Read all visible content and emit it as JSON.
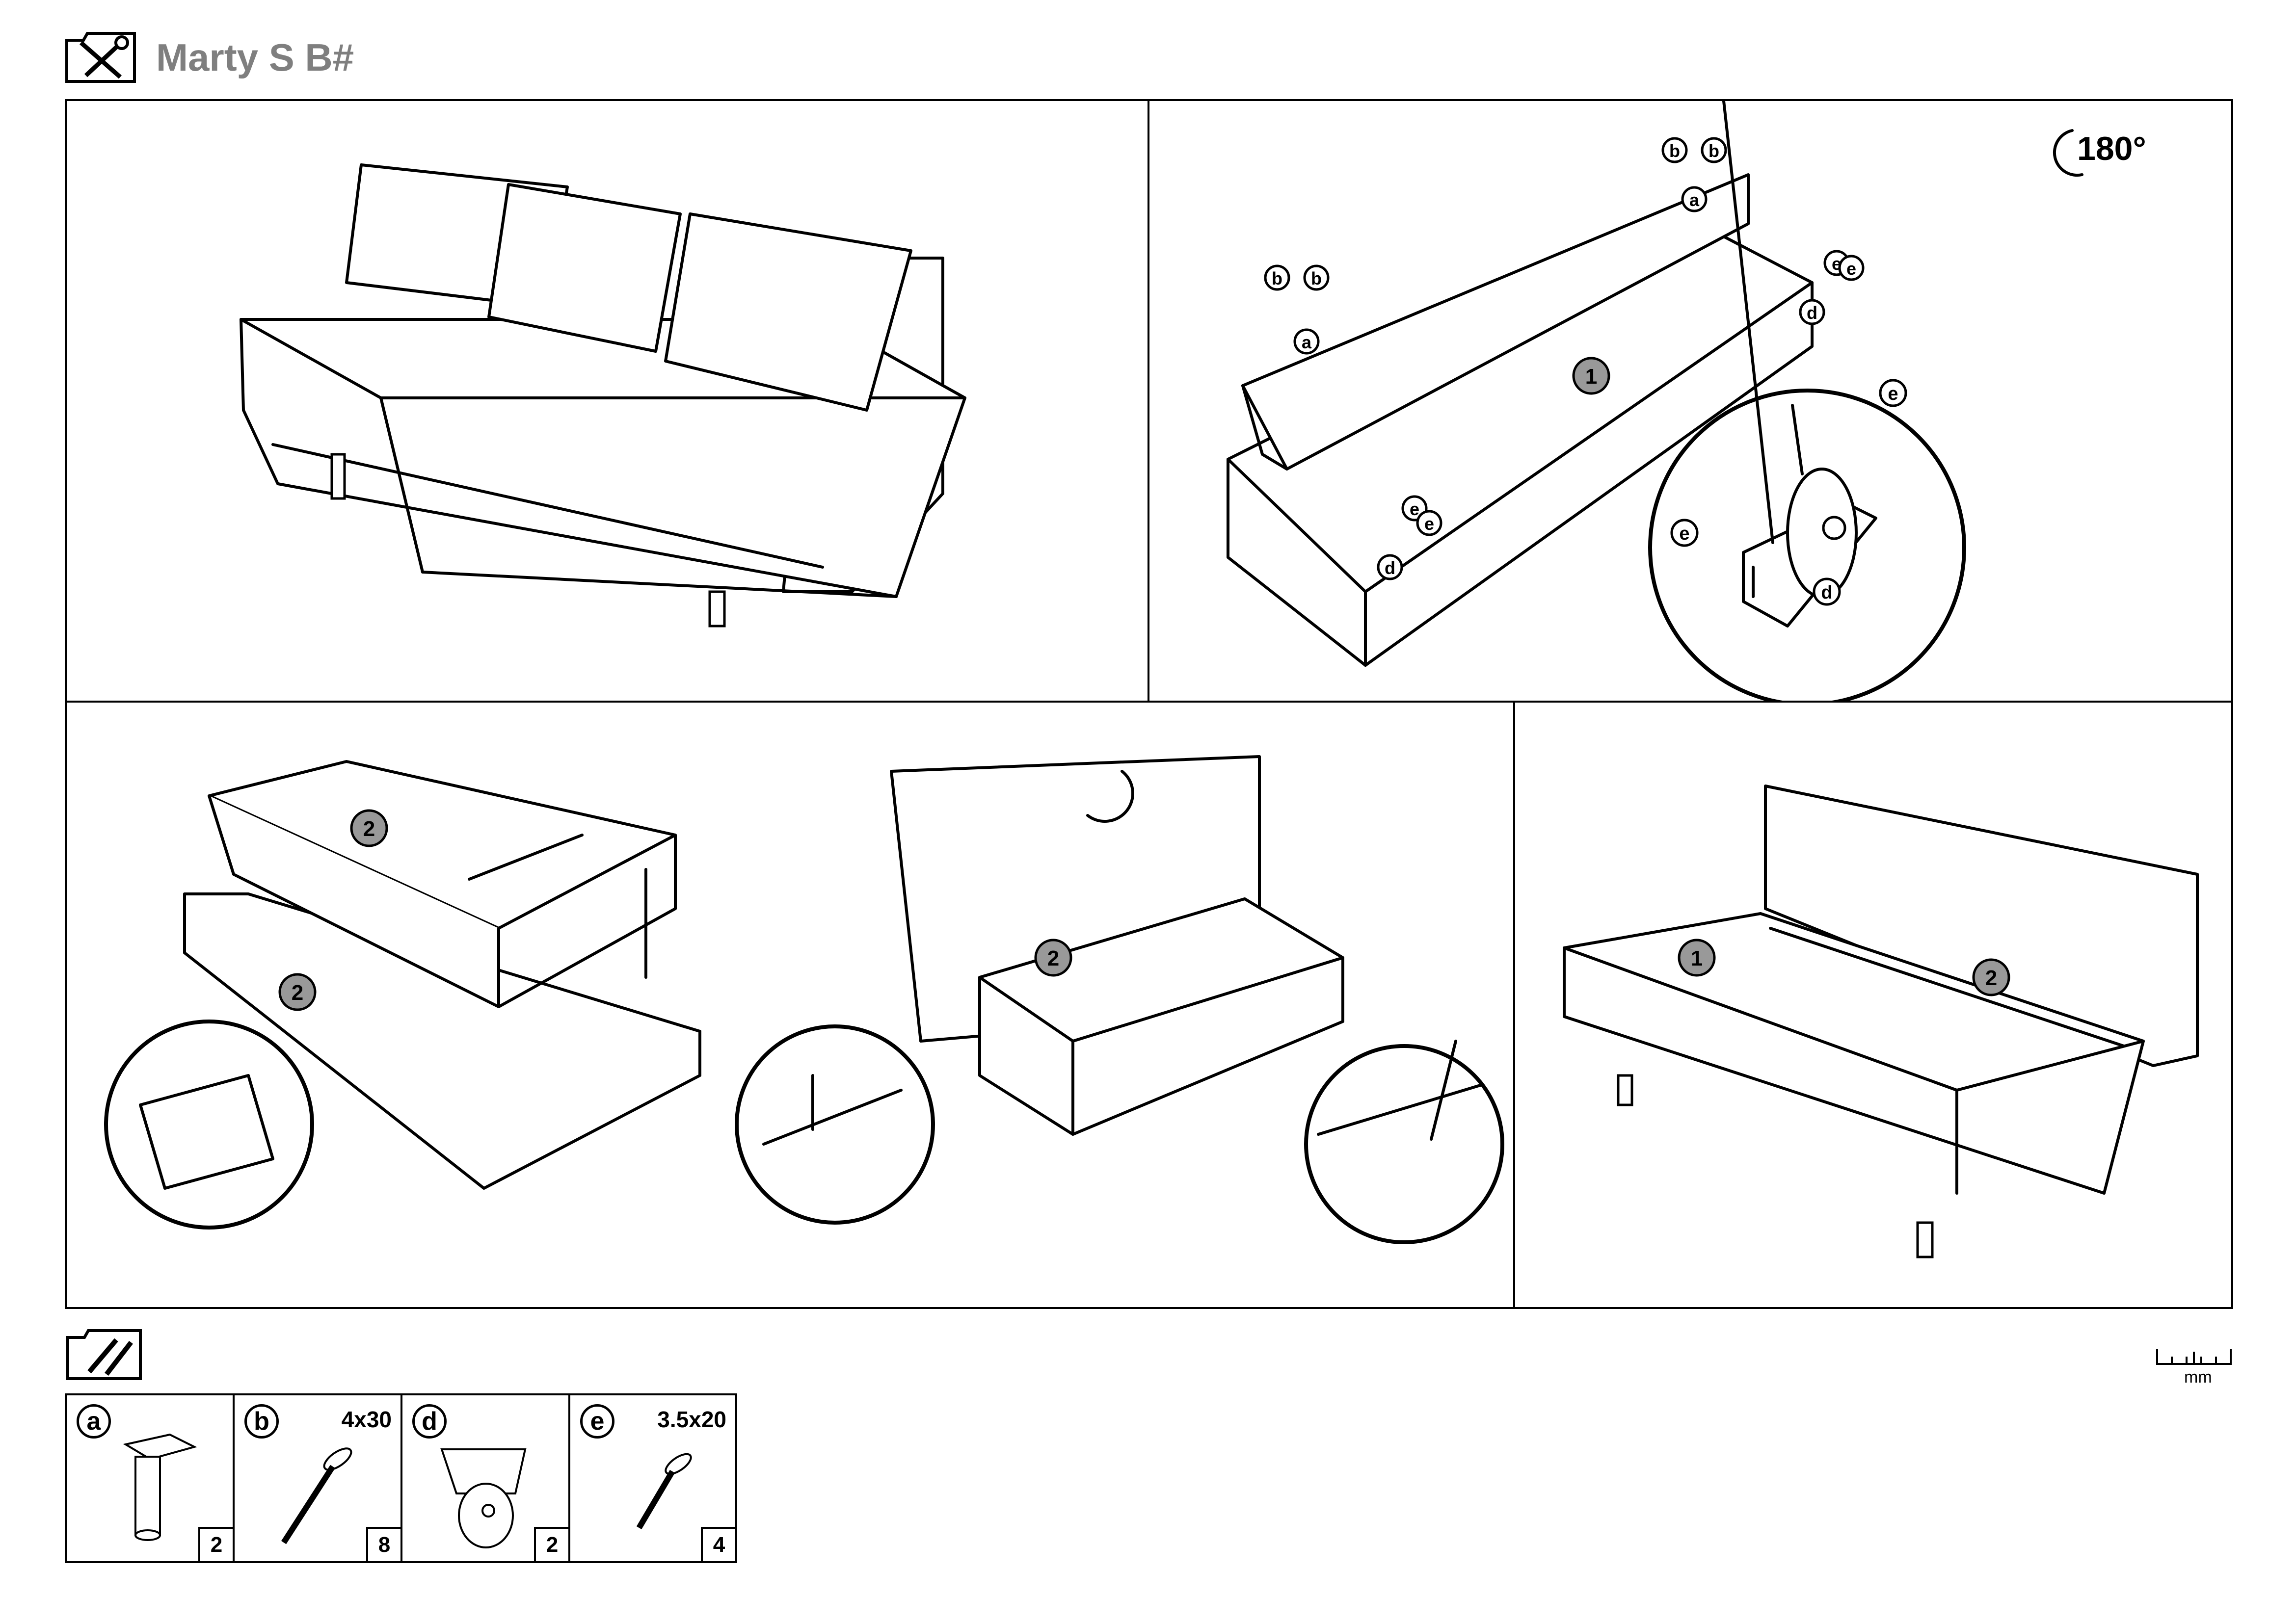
{
  "header": {
    "title": "Marty S B#",
    "tools_icon": "tools-icon"
  },
  "rotation": {
    "label": "180°"
  },
  "step_badges": {
    "one": "1",
    "two": "2"
  },
  "callouts": {
    "a": "a",
    "b": "b",
    "d": "d",
    "e": "e"
  },
  "parts_header_icon": "screws-icon",
  "ruler_unit": "mm",
  "parts": [
    {
      "letter": "a",
      "size": "",
      "qty": "2",
      "icon": "leg-icon"
    },
    {
      "letter": "b",
      "size": "4x30",
      "qty": "8",
      "icon": "screw-icon"
    },
    {
      "letter": "d",
      "size": "",
      "qty": "2",
      "icon": "caster-icon"
    },
    {
      "letter": "e",
      "size": "3.5x20",
      "qty": "4",
      "icon": "screw-icon"
    }
  ]
}
